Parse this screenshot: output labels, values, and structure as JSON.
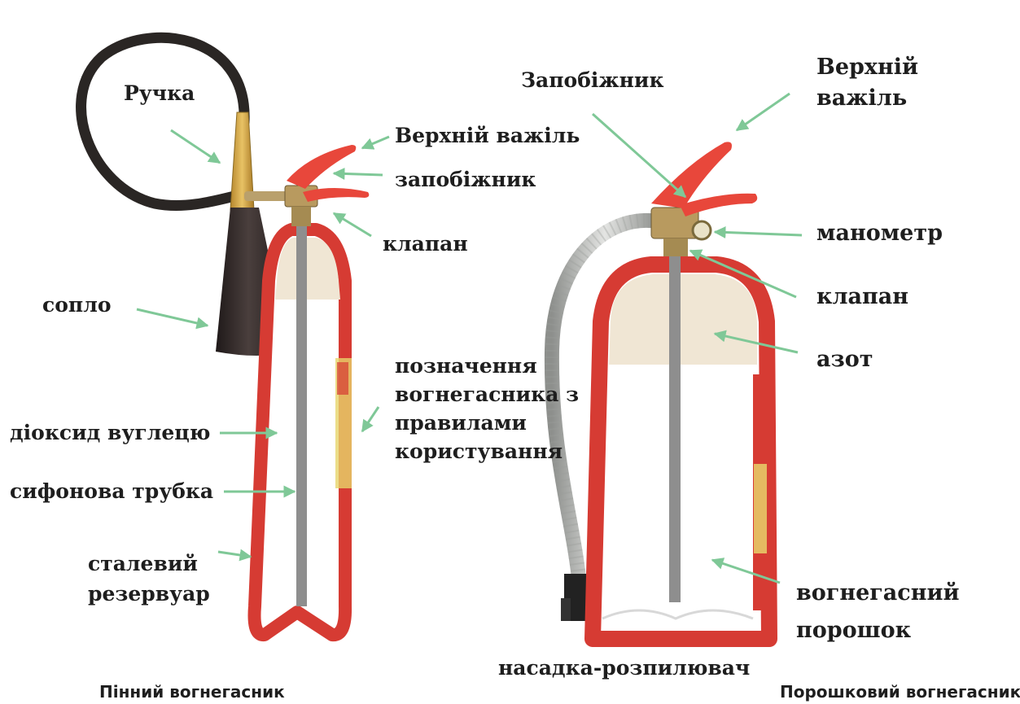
{
  "colors": {
    "arrow": "#7fc897",
    "body_red": "#d63b33",
    "lever_red": "#e8473b",
    "tube_gray": "#8e8e8e",
    "gas_fill": "#f0e6d4",
    "hose_black": "#2a2624",
    "hose_silver": "#c7c8c6",
    "horn_black": "#2b2322",
    "handle_gold": "#d2a64a"
  },
  "co2_extinguisher": {
    "caption": "Пінний вогнегасник",
    "labels": {
      "handle": "Ручка",
      "top_lever": "Верхній важіль",
      "safety_pin": "запобіжник",
      "valve": "клапан",
      "nozzle": "сопло",
      "marking": "позначення\nвогнегасника з\nправилами\nкористування",
      "carbon_dioxide": "діоксид вуглецю",
      "siphon_tube": "сифонова трубка",
      "steel_tank": "сталевий\nрезервуар"
    }
  },
  "powder_extinguisher": {
    "caption": "Порошковий вогнегасник",
    "labels": {
      "safety_pin": "Запобіжник",
      "top_lever": "Верхній\nважіль",
      "pressure_gauge": "манометр",
      "valve": "клапан",
      "nitrogen": "азот",
      "extinguishing_powder": "вогнегасний\nпорошок",
      "spray_nozzle": "насадка-розпилювач"
    }
  }
}
